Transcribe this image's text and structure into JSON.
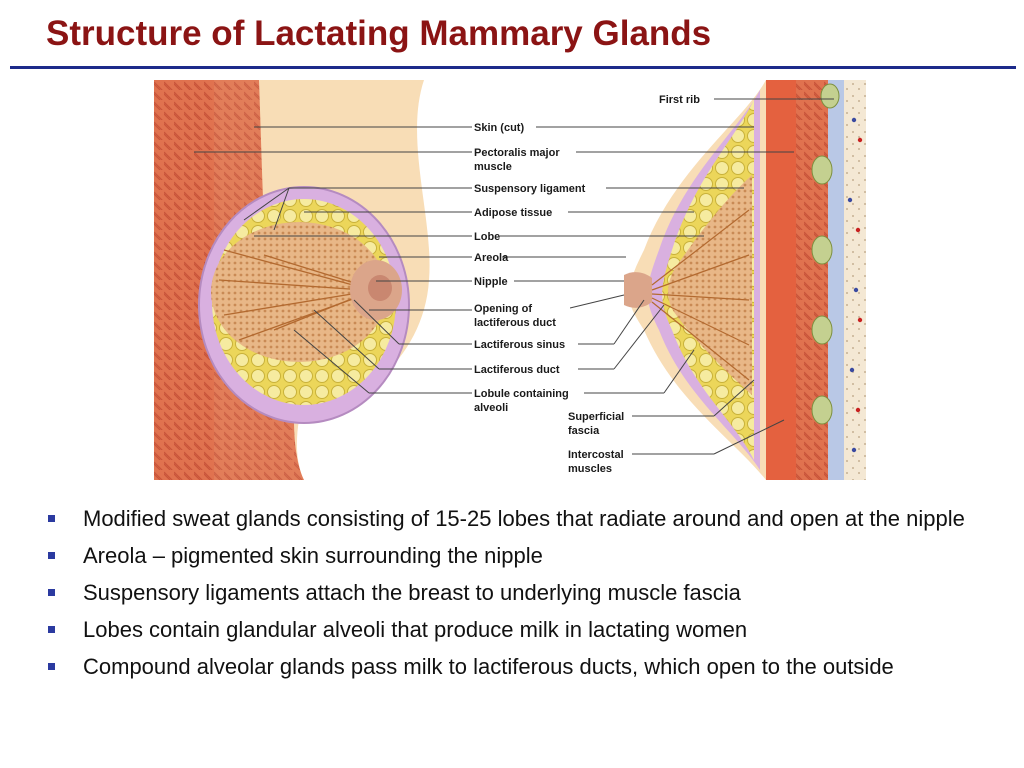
{
  "slide": {
    "title": "Structure of Lactating Mammary Glands",
    "accent_color": "#8b1414",
    "rule_color": "#1c2a8a"
  },
  "diagram": {
    "labels": {
      "first_rib": "First rib",
      "skin_cut": "Skin (cut)",
      "pectoralis_line1": "Pectoralis major",
      "pectoralis_line2": "muscle",
      "suspensory_ligament": "Suspensory ligament",
      "adipose_tissue": "Adipose tissue",
      "lobe": "Lobe",
      "areola": "Areola",
      "nipple": "Nipple",
      "opening_line1": "Opening of",
      "opening_line2": "lactiferous duct",
      "lactiferous_sinus": "Lactiferous sinus",
      "lactiferous_duct": "Lactiferous duct",
      "lobule_line1": "Lobule containing",
      "lobule_line2": "alveoli",
      "superficial_line1": "Superficial",
      "superficial_line2": "fascia",
      "intercostal_line1": "Intercostal",
      "intercostal_line2": "muscles"
    }
  },
  "bullets": [
    "Modified sweat glands consisting of 15-25 lobes that radiate around and open at the nipple",
    "Areola – pigmented skin surrounding the nipple",
    "Suspensory ligaments attach the breast to underlying muscle fascia",
    "Lobes contain glandular alveoli that produce milk in lactating women",
    "Compound alveolar glands pass milk to lactiferous ducts, which open to the outside"
  ]
}
